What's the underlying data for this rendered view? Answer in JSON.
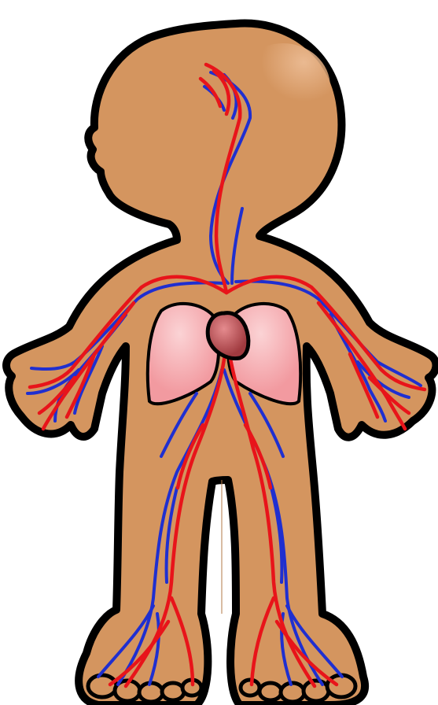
{
  "figure": {
    "subject": "circulatory-system-illustration",
    "parts": [
      "head",
      "torso",
      "arms",
      "legs",
      "feet",
      "lungs",
      "heart",
      "arteries",
      "veins"
    ]
  },
  "colors": {
    "skin": "#d4955f",
    "skin_highlight": "#eec09a",
    "outline": "#000000",
    "artery": "#e8141a",
    "vein": "#1f2fd0",
    "lung": "#f5a9ad",
    "lung_highlight": "#fbd3d5",
    "heart": "#b0464a",
    "heart_highlight": "#e58b8e",
    "background": "#ffffff"
  }
}
